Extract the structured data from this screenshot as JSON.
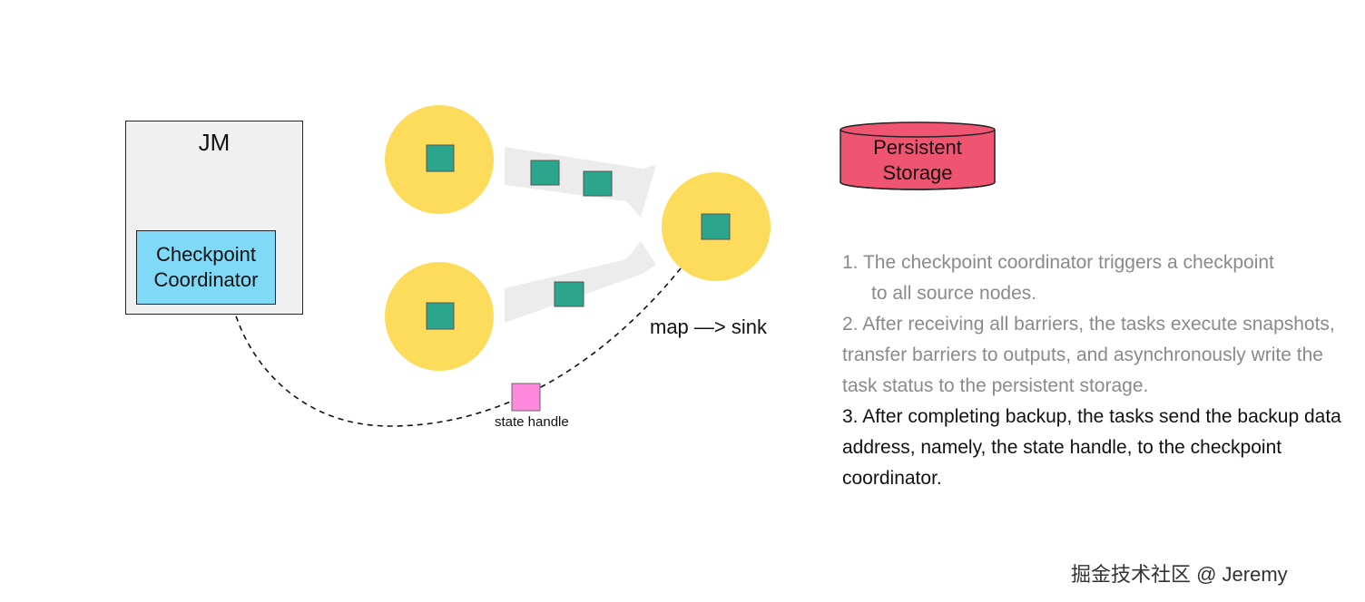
{
  "jm": {
    "title": "JM",
    "coordinator_line1": "Checkpoint",
    "coordinator_line2": "Coordinator"
  },
  "storage": {
    "line1": "Persistent",
    "line2": "Storage"
  },
  "operator_label": "map —> sink",
  "state_handle_label": "state handle",
  "steps": [
    {
      "line1": "1.  The checkpoint coordinator triggers a checkpoint",
      "line2": "to all source nodes."
    },
    {
      "text": "2. After receiving all barriers, the tasks execute snapshots, transfer barriers to outputs, and asynchronously write the task status to the persistent storage."
    },
    {
      "text": "3. After completing backup, the tasks send the backup data address, namely, the state handle, to the checkpoint coordinator."
    }
  ],
  "watermark": "掘金技术社区 @ Jeremy",
  "colors": {
    "node_fill": "#fddc5c",
    "barrier_fill": "#2ca58d",
    "state_handle_fill": "#ff88dd",
    "coordinator_fill": "#7fd9f7",
    "storage_fill": "#ef5470",
    "jm_fill": "#f0f0f0",
    "muted_text": "#8a8a8a"
  }
}
